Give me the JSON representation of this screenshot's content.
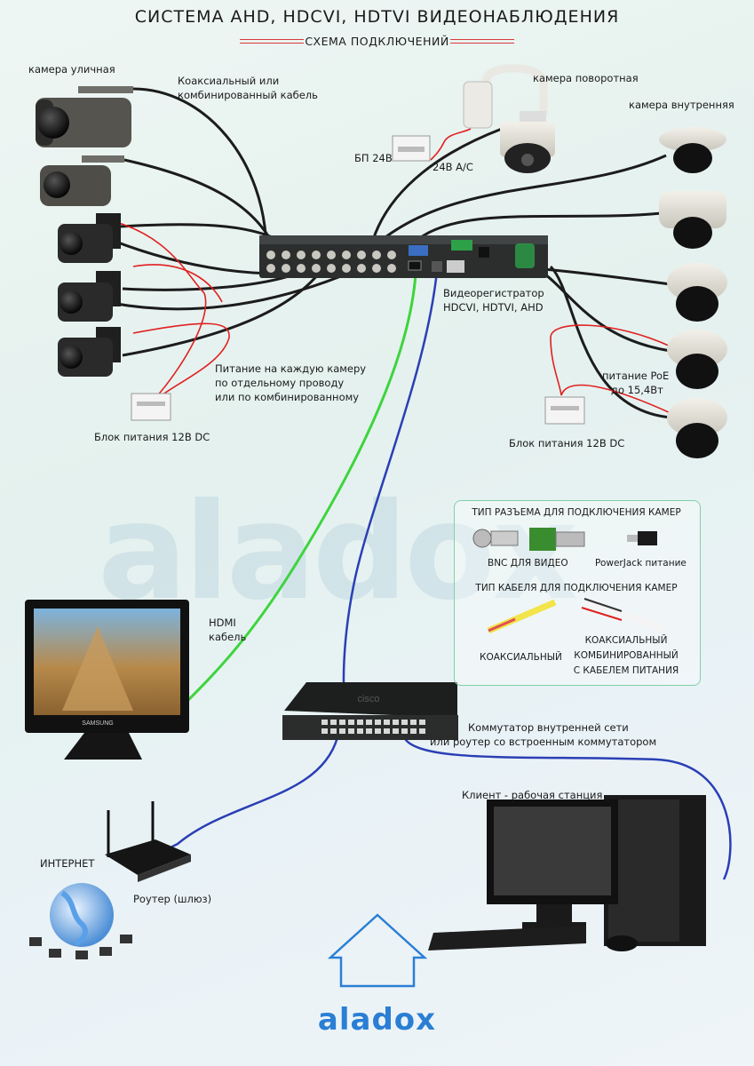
{
  "header": {
    "title": "СИСТЕМА AHD, HDCVI, HDTVI ВИДЕОНАБЛЮДЕНИЯ",
    "subtitle": "СХЕМА ПОДКЛЮЧЕНИЙ"
  },
  "labels": {
    "outdoor_camera": "камера уличная",
    "coax_cable_1": "Коаксиальный или",
    "coax_cable_2": "комбинированный кабель",
    "ptz_camera": "камера поворотная",
    "indoor_camera": "камера внутренняя",
    "psu_24v": "БП 24В",
    "ac_24v": "24В А/С",
    "dvr_1": "Видеорегистратор",
    "dvr_2": "HDCVI, HDTVI, AHD",
    "power_note_1": "Питание на каждую камеру",
    "power_note_2": "по отдельному проводу",
    "power_note_3": "или по комбинированному",
    "psu_12v_left": "Блок питания 12В DC",
    "psu_12v_right": "Блок питания 12В DC",
    "poe_1": "питание PoE",
    "poe_2": "до 15,4Вт",
    "hdmi_1": "HDMI",
    "hdmi_2": "кабель",
    "switch_1": "Коммутатор внутренней сети",
    "switch_2": "или роутер со встроенным коммутатором",
    "client": "Клиент - рабочая станция",
    "internet": "ИНТЕРНЕТ",
    "router": "Роутер (шлюз)"
  },
  "legend": {
    "connector_title": "ТИП РАЗЪЕМА ДЛЯ ПОДКЛЮЧЕНИЯ КАМЕР",
    "bnc": "BNC ДЛЯ ВИДЕО",
    "powerjack": "PowerJack питание",
    "cable_title": "ТИП КАБЕЛЯ ДЛЯ ПОДКЛЮЧЕНИЯ КАМЕР",
    "coax": "КОАКСИАЛЬНЫЙ",
    "combo_1": "КОАКСИАЛЬНЫЙ",
    "combo_2": "КОМБИНИРОВАННЫЙ",
    "combo_3": "С КАБЕЛЕМ ПИТАНИЯ"
  },
  "device_text": {
    "monitor_brand": "SAMSUNG",
    "switch_brand": "cisco"
  },
  "logo": {
    "text": "aladox",
    "color": "#2a7fd4"
  },
  "colors": {
    "coax": "#1c1c1c",
    "power": "#e02020",
    "hdmi": "#3ed43e",
    "lan": "#2a3fb5",
    "legend_border": "#7fd0a7"
  }
}
